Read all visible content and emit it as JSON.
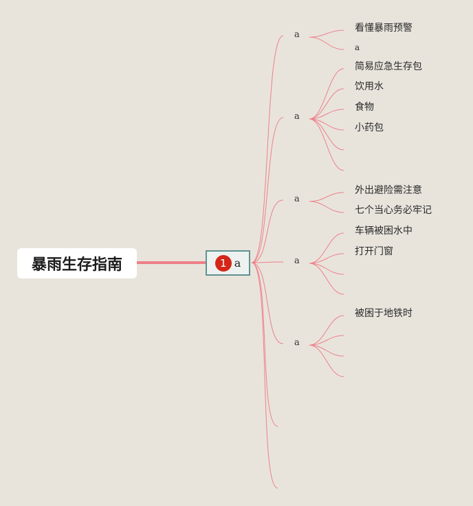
{
  "root": {
    "title": "暴雨生存指南"
  },
  "level1": {
    "badge": "1",
    "label": "a"
  },
  "branches": [
    {
      "label": "a",
      "leaves": [
        "看懂暴雨预警",
        "a"
      ]
    },
    {
      "label": "a",
      "leaves": [
        "简易应急生存包",
        "饮用水",
        "食物",
        "小药包",
        "",
        ""
      ]
    },
    {
      "label": "a",
      "leaves": [
        "外出避险需注意",
        "七个当心务必牢记"
      ]
    },
    {
      "label": "a",
      "leaves": [
        "车辆被困水中",
        "打开门窗",
        "",
        ""
      ]
    },
    {
      "label": "a",
      "leaves": [
        "被困于地铁时",
        "",
        "",
        ""
      ]
    },
    {
      "label": "",
      "leaves": []
    },
    {
      "label": "",
      "leaves": []
    }
  ],
  "colors": {
    "link": "#ef7f88",
    "trunk": "#ef7f88",
    "l1_border": "#5f9290",
    "badge": "#d42719"
  }
}
